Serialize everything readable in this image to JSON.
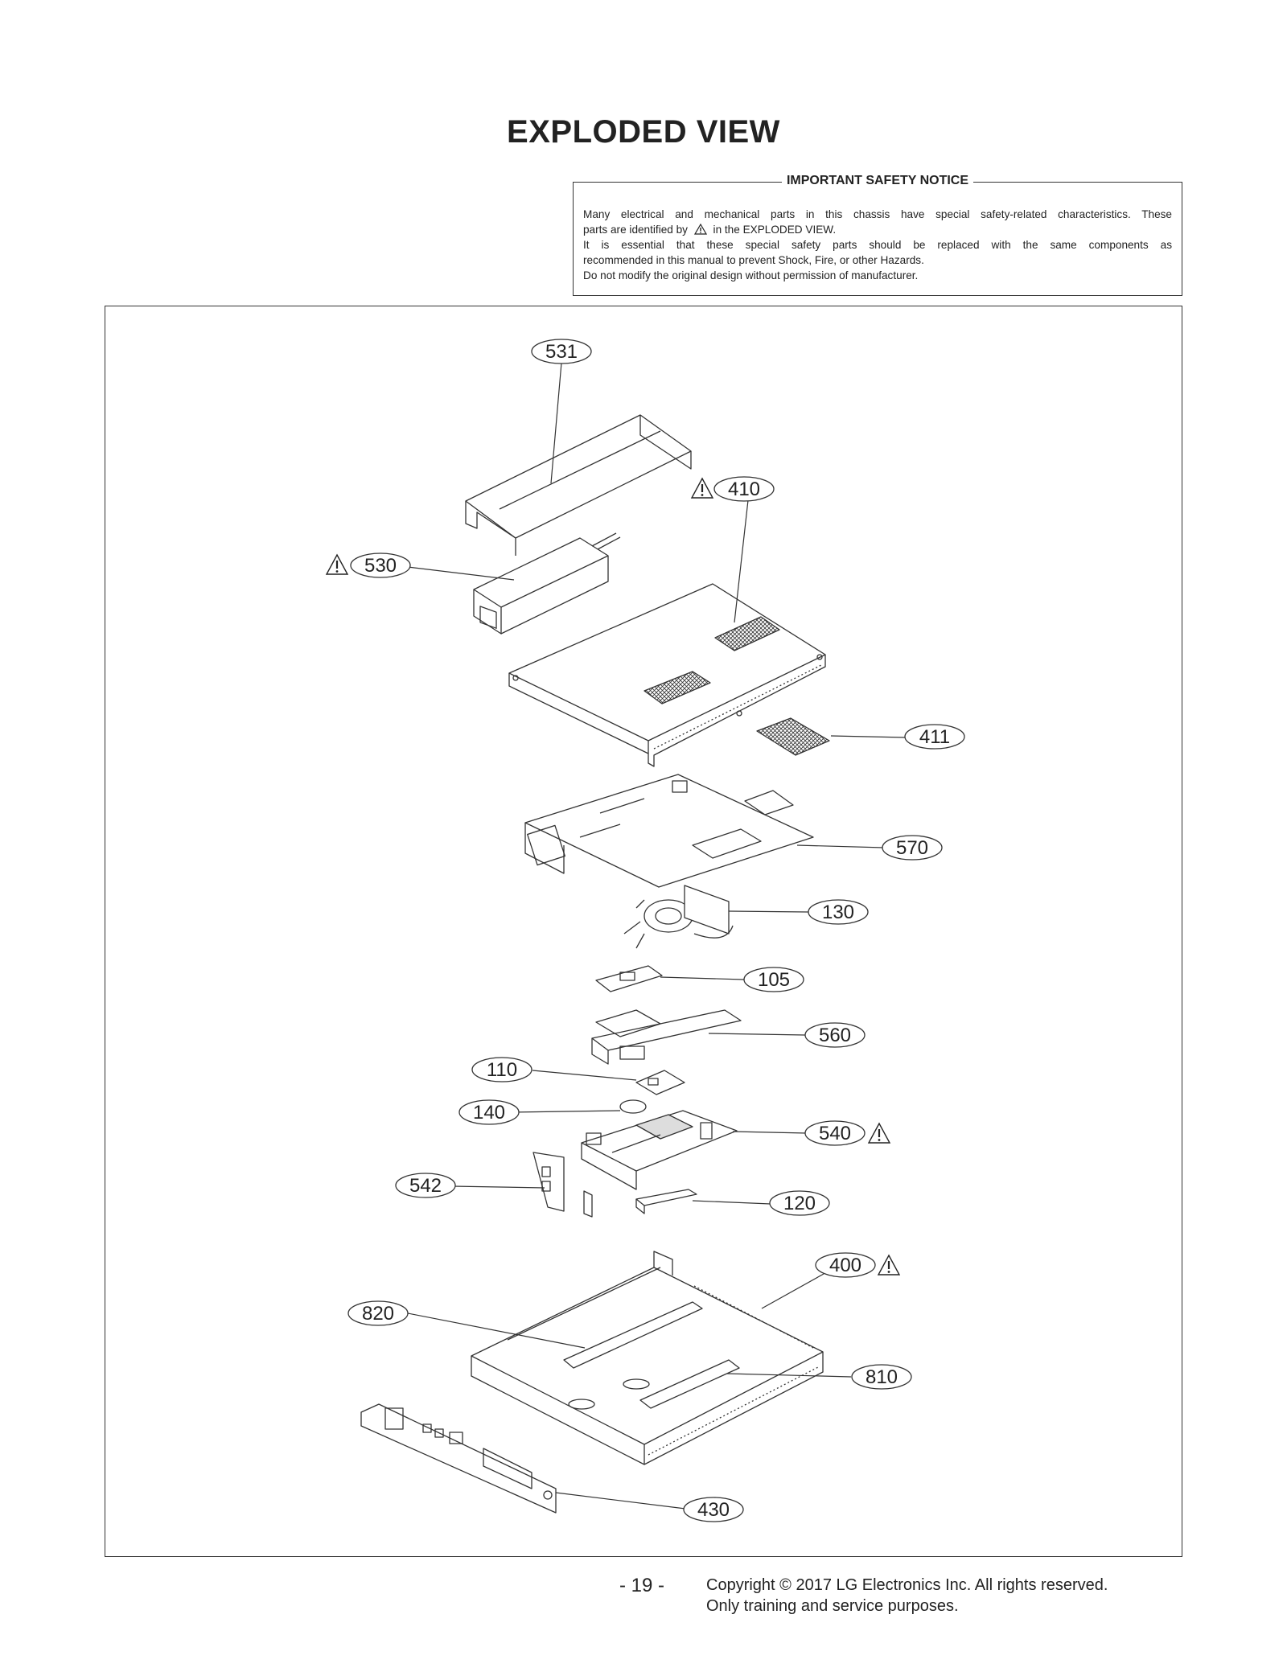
{
  "page_title": "EXPLODED VIEW",
  "notice": {
    "title": "IMPORTANT SAFETY NOTICE",
    "line1": "Many electrical and mechanical parts in this chassis have special safety-related characteristics. These",
    "line2_pre": "parts are identified by",
    "line2_post": "in the EXPLODED VIEW.",
    "line3": "It is essential that these special safety parts should be replaced with the same components as",
    "line4": "recommended in this manual to prevent Shock, Fire, or other Hazards.",
    "line5": "Do not modify the original design without permission of manufacturer."
  },
  "callouts": {
    "c531": "531",
    "c410": "410",
    "c530": "530",
    "c411": "411",
    "c570": "570",
    "c130": "130",
    "c105": "105",
    "c560": "560",
    "c110": "110",
    "c140": "140",
    "c540": "540",
    "c542": "542",
    "c120": "120",
    "c400": "400",
    "c820": "820",
    "c810": "810",
    "c430": "430"
  },
  "footer": {
    "page_number": "- 19 -",
    "copyright": "Copyright © 2017 LG Electronics Inc. All rights reserved.",
    "usage": "Only training and service purposes."
  }
}
